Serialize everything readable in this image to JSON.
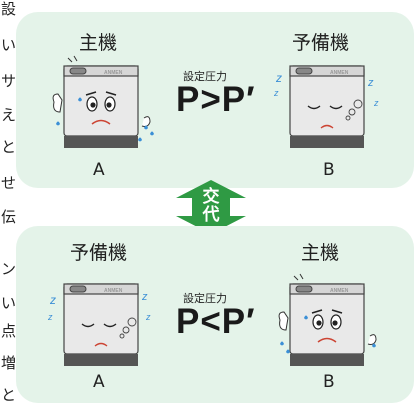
{
  "left_edge_text": [
    "設",
    "い",
    "サ",
    "え",
    "と",
    "せ",
    "伝",
    "ン",
    "い",
    "点",
    "増",
    "と"
  ],
  "top_panel": {
    "left_label": "主機",
    "right_label": "予備機",
    "pressure_caption": "設定圧力",
    "formula": "P>P′",
    "left_unit_letter": "A",
    "right_unit_letter": "B",
    "left_unit_state": "working",
    "right_unit_state": "sleeping"
  },
  "swap": {
    "line1": "交",
    "line2": "代",
    "color": "#2f9a44"
  },
  "bottom_panel": {
    "left_label": "予備機",
    "right_label": "主機",
    "pressure_caption": "設定圧力",
    "formula": "P<P′",
    "left_unit_letter": "A",
    "right_unit_letter": "B",
    "left_unit_state": "sleeping",
    "right_unit_state": "working"
  },
  "colors": {
    "panel_bg": "#e4f3e9",
    "unit_body": "#e9e9e9",
    "unit_dark": "#555555",
    "sweat": "#3b8fd6",
    "arrow": "#2f9a44"
  }
}
